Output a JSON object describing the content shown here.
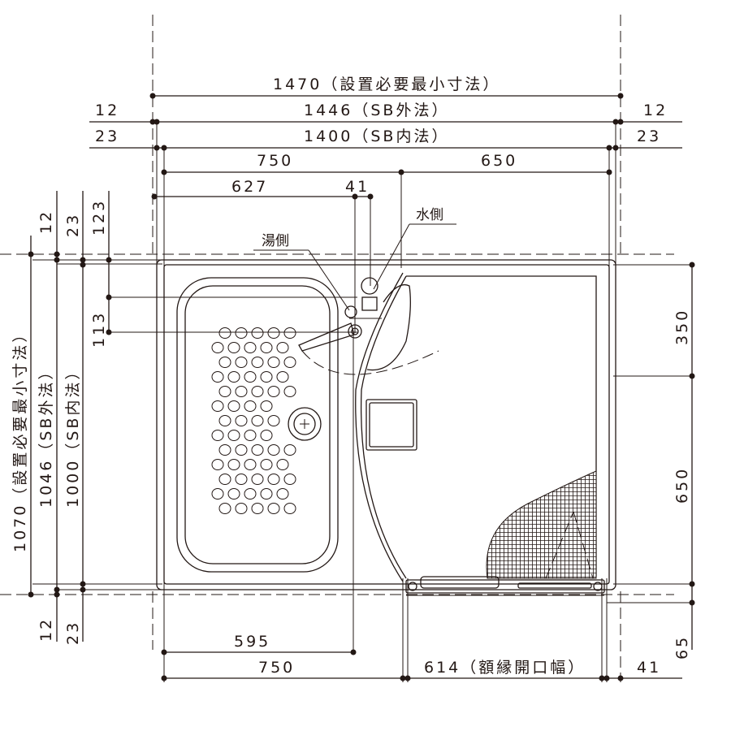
{
  "dimensions": {
    "top_1470": "1470（設置必要最小寸法）",
    "top_1446": "1446（SB外法）",
    "top_1400": "1400（SB内法）",
    "top_12_left": "12",
    "top_12_right": "12",
    "top_23_left": "23",
    "top_23_right": "23",
    "top_750": "750",
    "top_650": "650",
    "top_627": "627",
    "top_41": "41",
    "left_12_top": "12",
    "left_23_top": "23",
    "left_123": "123",
    "left_113": "113",
    "left_1070": "1070（設置必要最小寸法）",
    "left_1046": "1046（SB外法）",
    "left_1000": "1000（SB内法）",
    "left_12_bottom": "12",
    "left_23_bottom": "23",
    "right_350": "350",
    "right_650": "650",
    "right_65": "65",
    "bottom_595": "595",
    "bottom_750": "750",
    "bottom_614": "614（額縁開口幅）",
    "bottom_41": "41"
  },
  "labels": {
    "water_side": "水側",
    "hot_side": "湯側"
  },
  "colors": {
    "ink": "#231815",
    "hatch": "#231815",
    "paper": "#ffffff"
  }
}
